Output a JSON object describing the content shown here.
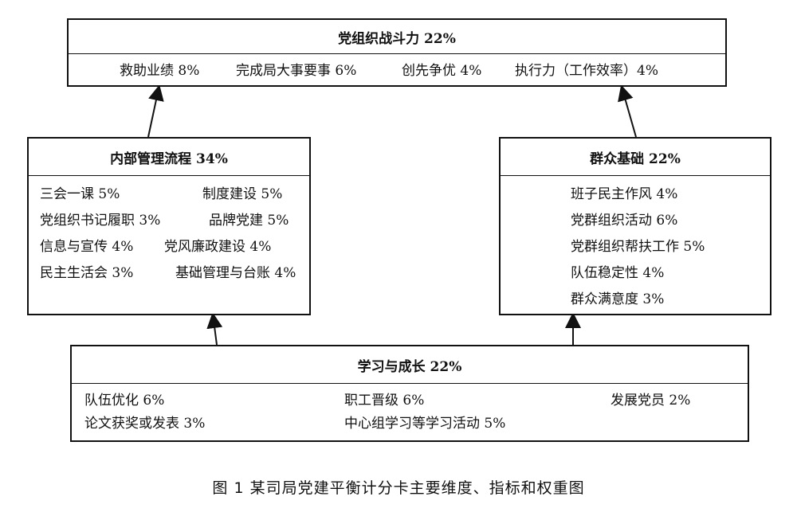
{
  "top": {
    "title": "党组织战斗力 22%",
    "items": [
      "救助业绩 8%",
      "完成局大事要事 6%",
      "创先争优 4%",
      "执行力（工作效率）4%"
    ]
  },
  "left": {
    "title": "内部管理流程 34%",
    "rows": [
      [
        "三会一课 5%",
        "制度建设 5%"
      ],
      [
        "党组织书记履职 3%",
        "品牌党建 5%"
      ],
      [
        "信息与宣传 4%",
        "党风廉政建设 4%"
      ],
      [
        "民主生活会 3%",
        "基础管理与台账 4%"
      ]
    ]
  },
  "right": {
    "title": "群众基础 22%",
    "items": [
      "班子民主作风 4%",
      "党群组织活动 6%",
      "党群组织帮扶工作 5%",
      "队伍稳定性 4%",
      "群众满意度 3%"
    ]
  },
  "bottom": {
    "title": "学习与成长 22%",
    "rows": [
      [
        "队伍优化 6%",
        "职工晋级 6%",
        "发展党员 2%"
      ],
      [
        "论文获奖或发表 3%",
        "中心组学习等学习活动 5%"
      ]
    ]
  },
  "caption": "图 1  某司局党建平衡计分卡主要维度、指标和权重图"
}
